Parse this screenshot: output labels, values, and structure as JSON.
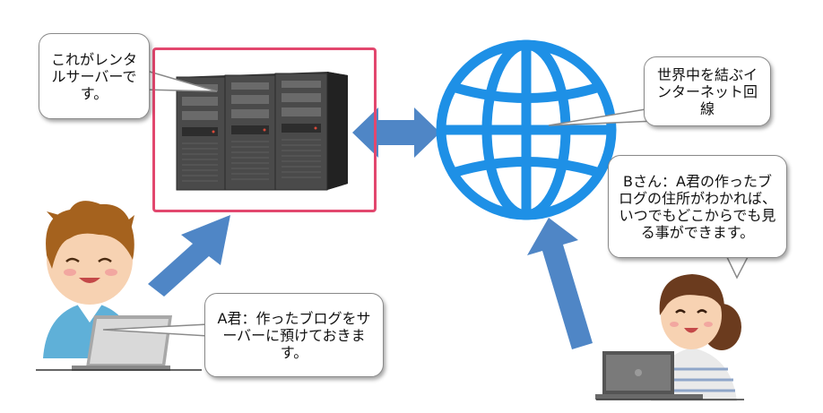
{
  "bubbles": {
    "server": "これがレンタルサーバーです。",
    "network": "世界中を結ぶインターネット回線",
    "user_b": "Bさん：A君の作ったブログの住所がわかれば、いつでもどこからでも見る事ができます。",
    "user_a": "A君：作ったブログをサーバーに預けておきます。"
  },
  "colors": {
    "arrow": "#4f86c6",
    "globe": "#1e90e6",
    "server_frame": "#e2476e"
  },
  "icons": [
    "server-rack-icon",
    "globe-icon",
    "boy-with-laptop-icon",
    "girl-with-laptop-icon"
  ]
}
